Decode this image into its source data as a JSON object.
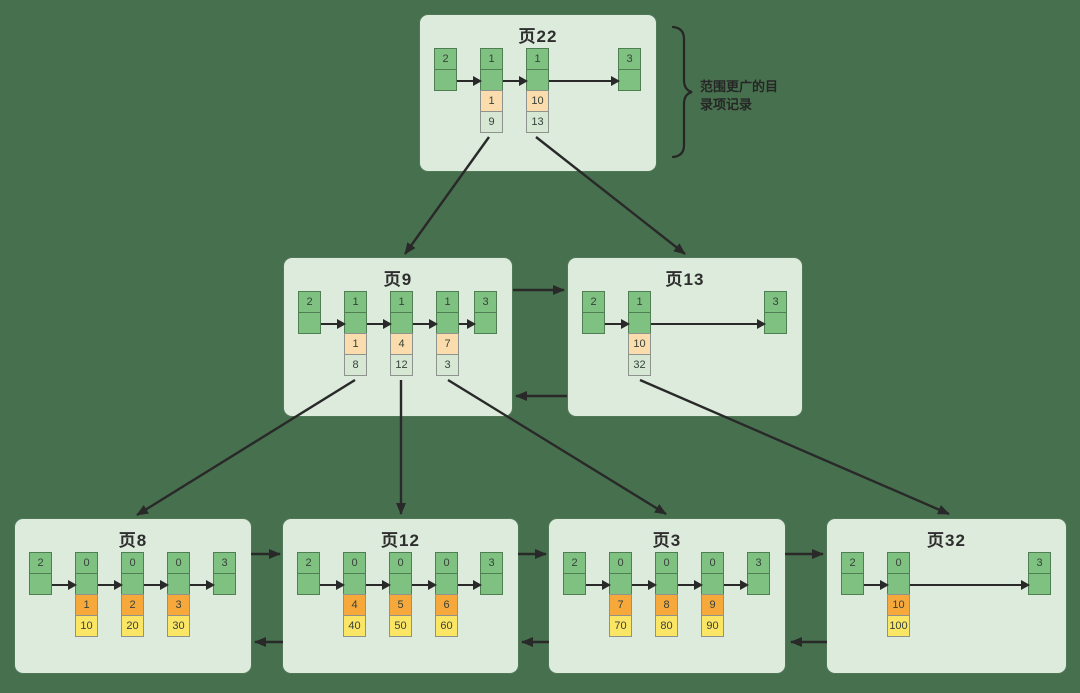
{
  "annotation": {
    "line1": "范围更广的目",
    "line2": "录项记录"
  },
  "palette": {
    "canvas_background": "#47714E",
    "page_background": "#DCEBDC",
    "record_header_green": "#7EC180",
    "directory_key_orange": "#FBDCAC",
    "directory_pageno_green": "#D6E7D4",
    "leaf_key_orange": "#F6A83B",
    "leaf_value_yellow": "#FBE564",
    "line_color": "#292929"
  },
  "pages": [
    {
      "title": "页22",
      "level": "directory",
      "infimum": "2",
      "supremum": "3",
      "records": [
        {
          "type": "1",
          "key": "1",
          "value": "9"
        },
        {
          "type": "1",
          "key": "10",
          "value": "13"
        }
      ]
    },
    {
      "title": "页9",
      "level": "directory",
      "infimum": "2",
      "supremum": "3",
      "records": [
        {
          "type": "1",
          "key": "1",
          "value": "8"
        },
        {
          "type": "1",
          "key": "4",
          "value": "12"
        },
        {
          "type": "1",
          "key": "7",
          "value": "3"
        }
      ]
    },
    {
      "title": "页13",
      "level": "directory",
      "infimum": "2",
      "supremum": "3",
      "records": [
        {
          "type": "1",
          "key": "10",
          "value": "32"
        }
      ]
    },
    {
      "title": "页8",
      "level": "leaf",
      "infimum": "2",
      "supremum": "3",
      "records": [
        {
          "type": "0",
          "key": "1",
          "value": "10"
        },
        {
          "type": "0",
          "key": "2",
          "value": "20"
        },
        {
          "type": "0",
          "key": "3",
          "value": "30"
        }
      ]
    },
    {
      "title": "页12",
      "level": "leaf",
      "infimum": "2",
      "supremum": "3",
      "records": [
        {
          "type": "0",
          "key": "4",
          "value": "40"
        },
        {
          "type": "0",
          "key": "5",
          "value": "50"
        },
        {
          "type": "0",
          "key": "6",
          "value": "60"
        }
      ]
    },
    {
      "title": "页3",
      "level": "leaf",
      "infimum": "2",
      "supremum": "3",
      "records": [
        {
          "type": "0",
          "key": "7",
          "value": "70"
        },
        {
          "type": "0",
          "key": "8",
          "value": "80"
        },
        {
          "type": "0",
          "key": "9",
          "value": "90"
        }
      ]
    },
    {
      "title": "页32",
      "level": "leaf",
      "infimum": "2",
      "supremum": "3",
      "records": [
        {
          "type": "0",
          "key": "10",
          "value": "100"
        }
      ]
    }
  ]
}
